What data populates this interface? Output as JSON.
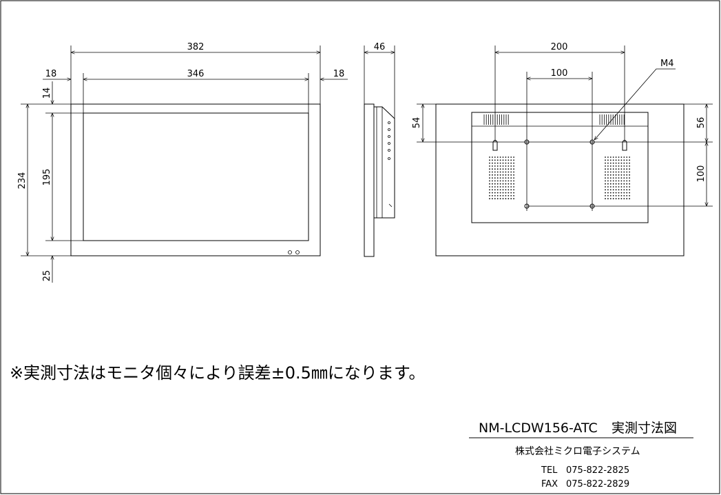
{
  "front_view": {
    "dims": {
      "overall_width": "382",
      "screen_width": "346",
      "left_margin": "18",
      "right_margin": "18",
      "top_margin": "14",
      "overall_height": "234",
      "screen_height": "195",
      "bottom_margin": "25"
    }
  },
  "side_view": {
    "dims": {
      "depth": "46"
    }
  },
  "back_view": {
    "dims": {
      "hanger_span": "200",
      "vesa_span_x": "100",
      "hanger_offset": "54",
      "vesa_offset": "56",
      "vesa_span_y": "100"
    },
    "screw_label": "M4"
  },
  "note": "※実測寸法はモニタ個々により誤差±0.5㎜になります。",
  "title_block": {
    "model": "NM-LCDW156-ATC",
    "drawing_title": "実測寸法図",
    "company": "株式会社ミクロ電子システム",
    "tel_label": "TEL",
    "tel": "075-822-2825",
    "fax_label": "FAX",
    "fax": "075-822-2829"
  }
}
